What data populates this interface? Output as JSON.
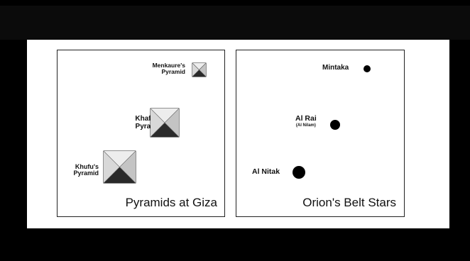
{
  "colors": {
    "background": "#000000",
    "panel": "#ffffff",
    "pyramid_light": "#d8d8d8",
    "pyramid_dark": "#2a2a2a",
    "star": "#000000"
  },
  "giza_panel": {
    "caption": "Pyramids at Giza",
    "pyramids": [
      {
        "name": "Menkaure's",
        "sub": "Pyramid"
      },
      {
        "name": "Khafre's",
        "sub": "Pyramid"
      },
      {
        "name": "Khufu's",
        "sub": "Pyramid"
      }
    ]
  },
  "orion_panel": {
    "caption": "Orion's Belt Stars",
    "stars": [
      {
        "name": "Mintaka",
        "note": ""
      },
      {
        "name": "Al Rai",
        "note": "(Al Nilam)"
      },
      {
        "name": "Al Nitak",
        "note": ""
      }
    ]
  }
}
